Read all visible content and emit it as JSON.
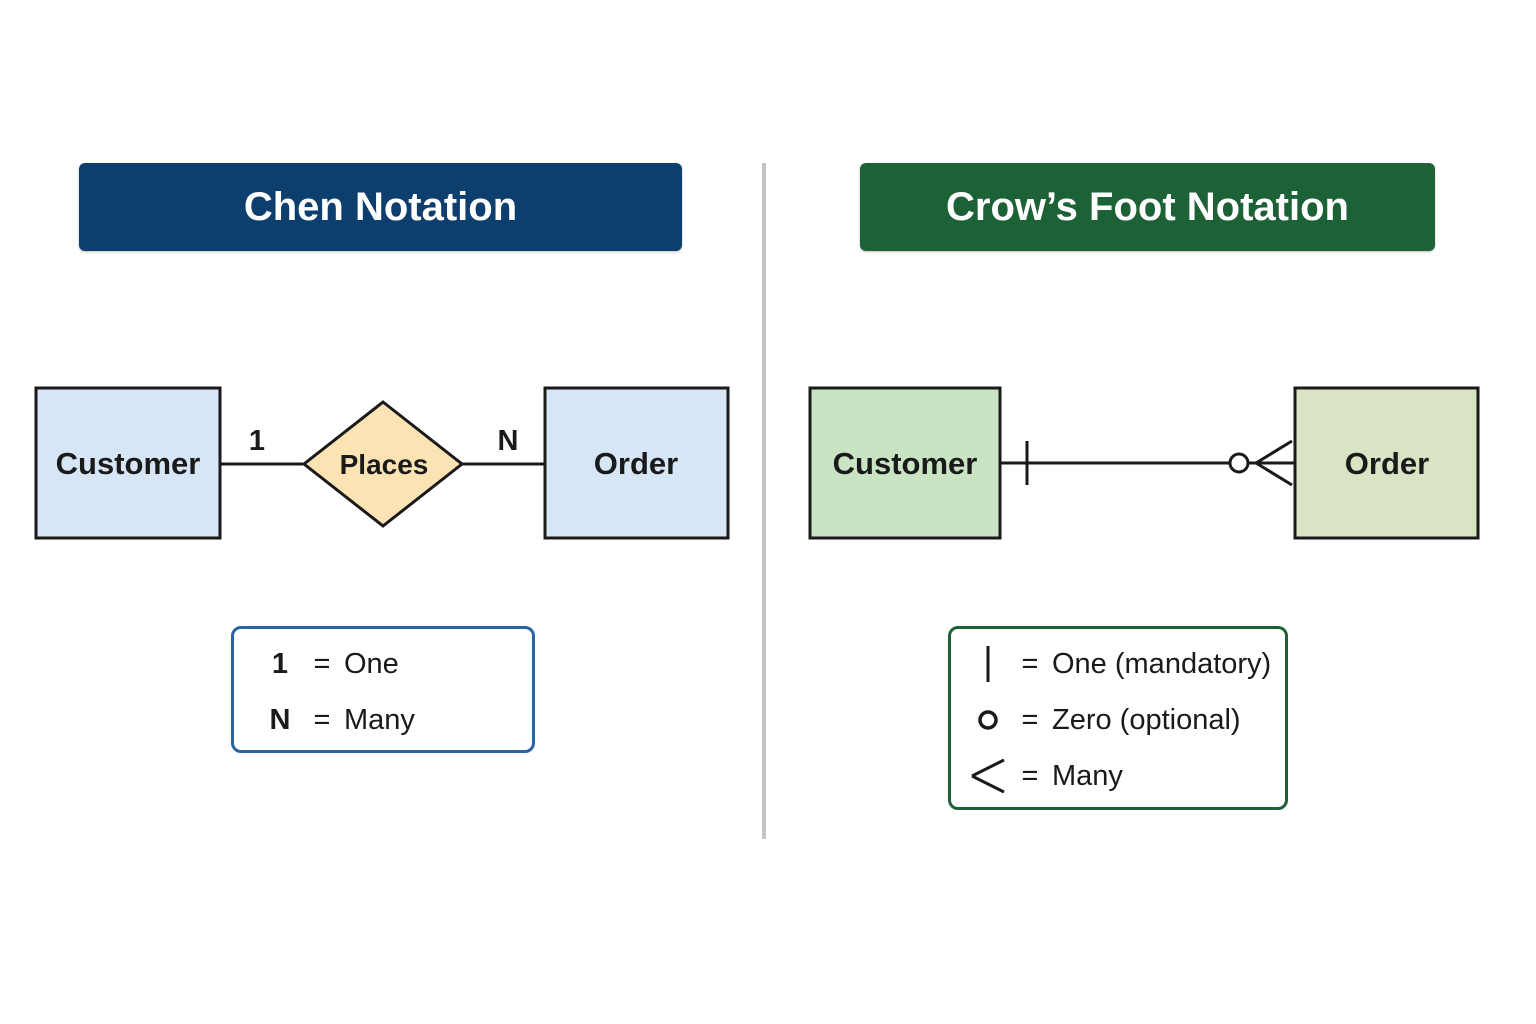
{
  "colors": {
    "chen_banner": "#0d3f6e",
    "crow_banner": "#1d6236",
    "chen_entity_fill": "#d6e6f6",
    "relationship_fill": "#fce3b4",
    "crow_customer_fill": "#c9e4c3",
    "crow_order_fill": "#d9e4c5",
    "chen_legend_border": "#2b64a0",
    "crow_legend_border": "#1d6236",
    "line": "#1a1a1a",
    "divider": "#c4c4c4"
  },
  "chen": {
    "title": "Chen Notation",
    "entity_left": "Customer",
    "relationship": "Places",
    "entity_right": "Order",
    "card_left": "1",
    "card_right": "N",
    "legend": [
      {
        "symbol": "1",
        "equals": "=",
        "text": "One"
      },
      {
        "symbol": "N",
        "equals": "=",
        "text": "Many"
      }
    ]
  },
  "crow": {
    "title": "Crow’s Foot Notation",
    "entity_left": "Customer",
    "entity_right": "Order",
    "legend": [
      {
        "symbol_icon": "bar-icon",
        "equals": "=",
        "text": "One (mandatory)"
      },
      {
        "symbol_icon": "circle-icon",
        "equals": "=",
        "text": "Zero (optional)"
      },
      {
        "symbol_icon": "crows-foot-icon",
        "equals": "=",
        "text": "Many"
      }
    ]
  }
}
